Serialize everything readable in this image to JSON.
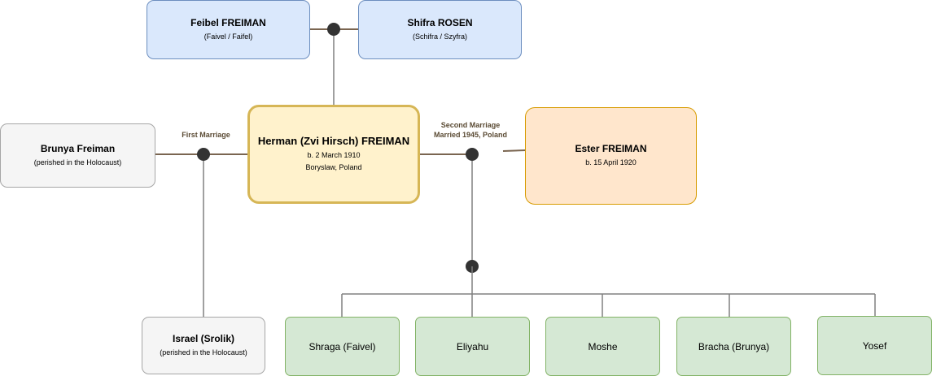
{
  "colors": {
    "line": "#7a6550",
    "line_gray": "#808080",
    "junction": "#333333",
    "parents_fill": "#dae8fc",
    "main_fill": "#fff2cc",
    "spouse2_fill": "#ffe6cc",
    "first_family_fill": "#f5f5f5",
    "children_fill": "#d5e8d4"
  },
  "parents": {
    "father": {
      "name": "Feibel FREIMAN",
      "aka": "(Faivel / Faifel)"
    },
    "mother": {
      "name": "Shifra ROSEN",
      "aka": "(Schifra / Szyfra)"
    }
  },
  "main_person": {
    "name": "Herman (Zvi Hirsch) FREIMAN",
    "birth": "b. 2 March 1910",
    "place": "Boryslaw, Poland"
  },
  "first_spouse": {
    "name": "Brunya Freiman",
    "note": "(perished in the Holocaust)"
  },
  "second_spouse": {
    "name": "Ester FREIMAN",
    "birth": "b. 15 April 1920"
  },
  "marriages": {
    "first_label": "First Marriage",
    "second_label_line1": "Second Marriage",
    "second_label_line2": "Married 1945, Poland"
  },
  "first_marriage_child": {
    "name": "Israel (Srolik)",
    "note": "(perished in the Holocaust)"
  },
  "second_marriage_children": [
    "Shraga (Faivel)",
    "Eliyahu",
    "Moshe",
    "Bracha (Brunya)",
    "Yosef"
  ]
}
